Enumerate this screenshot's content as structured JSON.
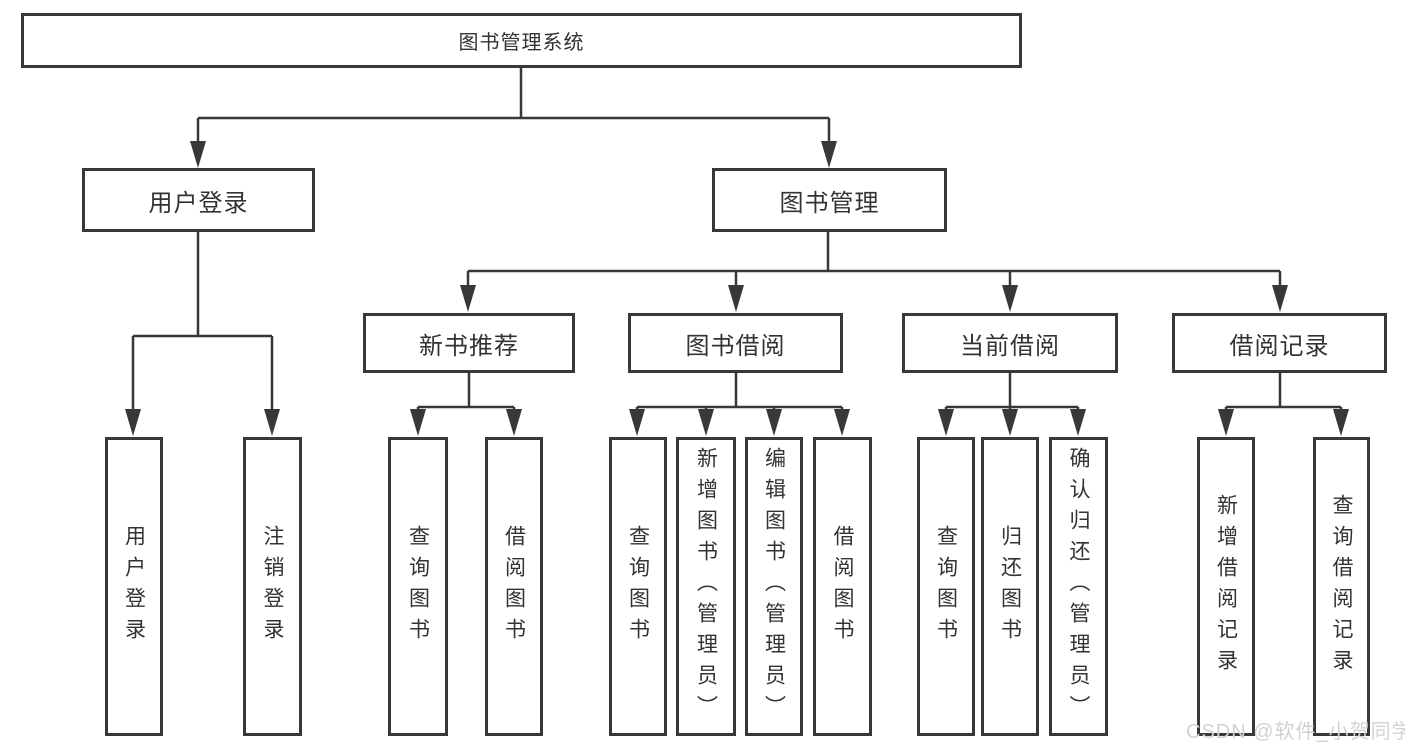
{
  "diagram": {
    "type": "hierarchy-tree",
    "title": "图书管理系统",
    "colors": {
      "background": "#ffffff",
      "line": "#383838",
      "box_border": "#383838",
      "text": "#333333",
      "watermark": "#d2d2d2"
    },
    "nodes": {
      "root": "图书管理系统",
      "user_login": "用户登录",
      "book_mgmt": "图书管理",
      "user_login_leaf": "用户登录",
      "logout_leaf": "注销登录",
      "new_book_rec": "新书推荐",
      "book_borrow": "图书借阅",
      "current_borrow": "当前借阅",
      "borrow_records": "借阅记录",
      "nb_query": "查询图书",
      "nb_borrow": "借阅图书",
      "bb_query": "查询图书",
      "bb_add": "新增图书（管理员）",
      "bb_edit": "编辑图书（管理员）",
      "bb_borrow": "借阅图书",
      "cb_query": "查询图书",
      "cb_return": "归还图书",
      "cb_confirm": "确认归还（管理员）",
      "br_add": "新增借阅记录",
      "br_query": "查询借阅记录"
    },
    "tree": {
      "label": "图书管理系统",
      "children": [
        {
          "label": "用户登录",
          "children": [
            {
              "label": "用户登录"
            },
            {
              "label": "注销登录"
            }
          ]
        },
        {
          "label": "图书管理",
          "children": [
            {
              "label": "新书推荐",
              "children": [
                {
                  "label": "查询图书"
                },
                {
                  "label": "借阅图书"
                }
              ]
            },
            {
              "label": "图书借阅",
              "children": [
                {
                  "label": "查询图书"
                },
                {
                  "label": "新增图书（管理员）"
                },
                {
                  "label": "编辑图书（管理员）"
                },
                {
                  "label": "借阅图书"
                }
              ]
            },
            {
              "label": "当前借阅",
              "children": [
                {
                  "label": "查询图书"
                },
                {
                  "label": "归还图书"
                },
                {
                  "label": "确认归还（管理员）"
                }
              ]
            },
            {
              "label": "借阅记录",
              "children": [
                {
                  "label": "新增借阅记录"
                },
                {
                  "label": "查询借阅记录"
                }
              ]
            }
          ]
        }
      ]
    }
  },
  "watermark": {
    "text": "CSDN @软件_小贺同学"
  }
}
